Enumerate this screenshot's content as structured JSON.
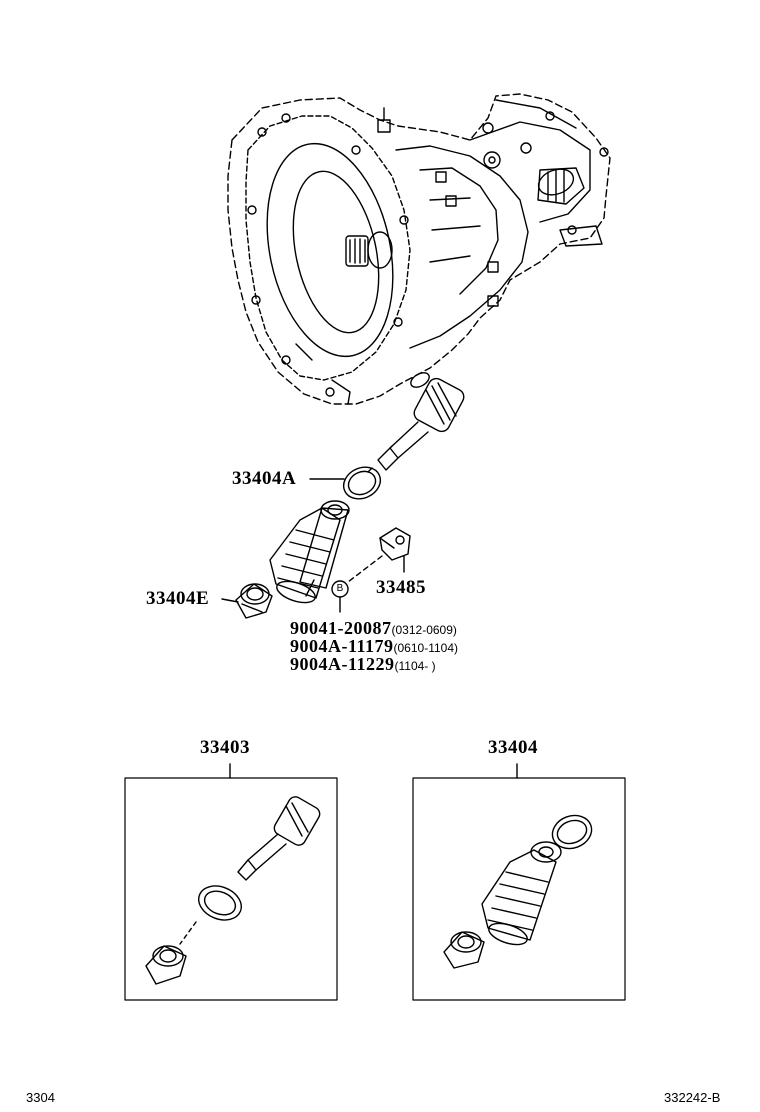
{
  "main_assembly": {
    "callouts": [
      {
        "part_number": "33404A"
      },
      {
        "part_number": "33404E"
      },
      {
        "part_number": "33485"
      }
    ],
    "bolt_marker": "B",
    "bolt_variants": [
      {
        "part_number": "90041-20087",
        "range": "(0312-0609)"
      },
      {
        "part_number": "9004A-11179",
        "range": "(0610-1104)"
      },
      {
        "part_number": "9004A-11229",
        "range": "(1104-     )"
      }
    ]
  },
  "kits": [
    {
      "part_number": "33403"
    },
    {
      "part_number": "33404"
    }
  ],
  "footer": {
    "left_code": "3304",
    "right_code": "332242-B"
  }
}
